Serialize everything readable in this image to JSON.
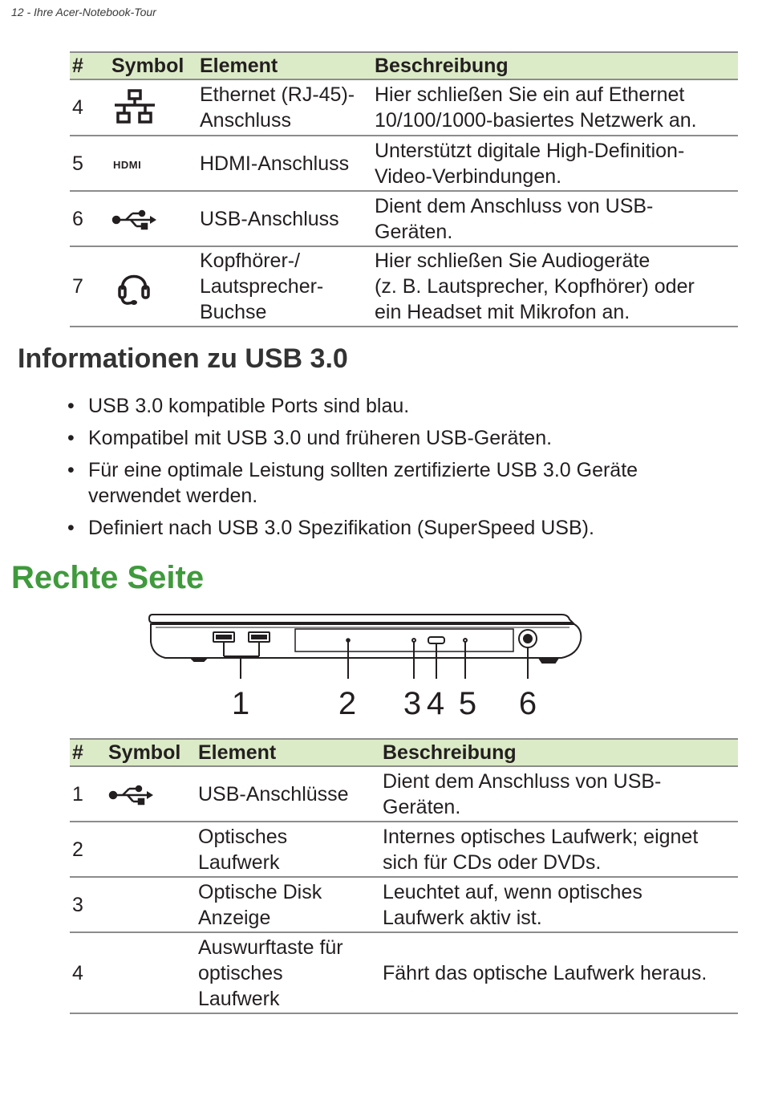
{
  "header": {
    "running_title": "12 - Ihre Acer-Notebook-Tour"
  },
  "table_top": {
    "columns": [
      "#",
      "Symbol",
      "Element",
      "Beschreibung"
    ],
    "rows": [
      {
        "num": "4",
        "icon": "ethernet-icon",
        "element": "Ethernet (RJ-45)-\nAnschluss",
        "desc": "Hier schließen Sie ein auf Ethernet\n10/100/1000-basiertes Netzwerk an."
      },
      {
        "num": "5",
        "icon": "hdmi-icon",
        "element": "HDMI-Anschluss",
        "desc": "Unterstützt digitale High-Definition-\nVideo-Verbindungen."
      },
      {
        "num": "6",
        "icon": "usb-icon",
        "element": "USB-Anschluss",
        "desc": "Dient dem Anschluss von USB-\nGeräten."
      },
      {
        "num": "7",
        "icon": "headset-icon",
        "element": "Kopfhörer-/\nLautsprecher-\nBuchse",
        "desc": "Hier schließen Sie Audiogeräte\n(z. B. Lautsprecher, Kopfhörer) oder\nein Headset mit Mikrofon an."
      }
    ]
  },
  "usb_section": {
    "title": "Informationen zu USB 3.0",
    "bullets": [
      "USB 3.0 kompatible Ports sind blau.",
      "Kompatibel mit USB 3.0 und früheren USB-Geräten.",
      "Für eine optimale Leistung sollten zertifizierte USB 3.0 Geräte\nverwendet werden.",
      "Definiert nach USB 3.0 Spezifikation (SuperSpeed USB)."
    ],
    "bullet_glyph": "•"
  },
  "right_side": {
    "title": "Rechte Seite",
    "callouts": [
      "1",
      "2",
      "3",
      "4",
      "5",
      "6"
    ]
  },
  "table_bottom": {
    "columns": [
      "#",
      "Symbol",
      "Element",
      "Beschreibung"
    ],
    "rows": [
      {
        "num": "1",
        "icon": "usb-icon",
        "element": "USB-Anschlüsse",
        "desc": "Dient dem Anschluss von USB-\nGeräten."
      },
      {
        "num": "2",
        "icon": "",
        "element": "Optisches\nLaufwerk",
        "desc": "Internes optisches Laufwerk; eignet\nsich für CDs oder DVDs."
      },
      {
        "num": "3",
        "icon": "",
        "element": "Optische Disk\nAnzeige",
        "desc": "Leuchtet auf, wenn optisches\nLaufwerk aktiv ist."
      },
      {
        "num": "4",
        "icon": "",
        "element": "Auswurftaste für\noptisches\nLaufwerk",
        "desc": "Fährt das optische Laufwerk heraus."
      }
    ]
  },
  "colors": {
    "header_fill": "#dcebc7",
    "green_title": "#3f9a3c",
    "rule": "#8c8c8c"
  }
}
